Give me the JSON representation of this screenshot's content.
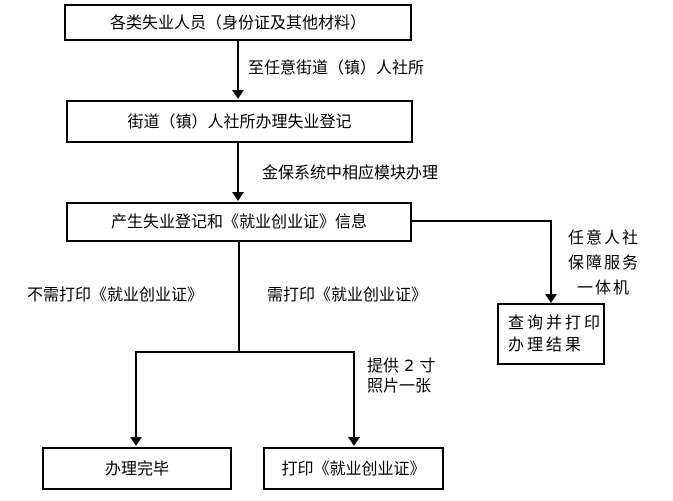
{
  "flowchart": {
    "colors": {
      "line": "#000000",
      "background": "#ffffff",
      "text": "#000000"
    },
    "nodes": {
      "applicants": {
        "label": "各类失业人员（身份证及其他材料）"
      },
      "street_office": {
        "label": "街道（镇）人社所办理失业登记"
      },
      "generate_info": {
        "label": "产生失业登记和《就业创业证》信息"
      },
      "done": {
        "label": "办理完毕"
      },
      "print_cert": {
        "label": "打印《就业创业证》"
      },
      "query_result": {
        "line1": "查询并打印",
        "line2": "办理结果"
      }
    },
    "edge_labels": {
      "to_street": "至任意街道（镇）人社所",
      "system_module": "金保系统中相应模块办理",
      "no_print": "不需打印《就业创业证》",
      "need_print": "需打印《就业创业证》",
      "photo": {
        "line1": "提供 2 寸",
        "line2": "照片一张"
      },
      "kiosk": {
        "line1": "任意人社",
        "line2": "保障服务",
        "line3": "一体机"
      }
    }
  }
}
